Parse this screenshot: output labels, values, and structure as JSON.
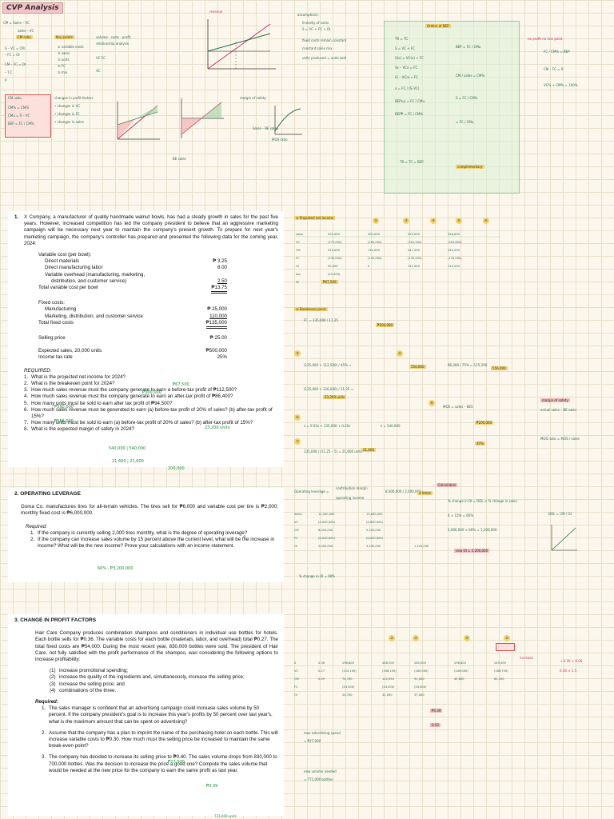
{
  "title": "CVP Analysis",
  "problem1": {
    "heading": "1.",
    "intro": "X Company, a manufacturer of quality handmade walnut bowls, has had a steady growth in sales for the past five years. However, increased competition has led the company president to believe that an aggressive marketing campaign will be necessary next year to maintain the company's present growth. To prepare for next year's marketing campaign, the company's controller has prepared and presented the following data for the coming year, 2024:",
    "var_cost_label": "Variable cost (per bowl):",
    "items": [
      {
        "label": "Direct materials",
        "value": "₱ 3.25"
      },
      {
        "label": "Direct manufacturing labor",
        "value": "8.00"
      },
      {
        "label": "Variable overhead (manufacturing, marketing,",
        "value": ""
      },
      {
        "label": "distribution, and customer service)",
        "value": "2.50"
      },
      {
        "label": "Total variable cost per bowl",
        "value": "₱13.75"
      }
    ],
    "fixed_label": "Fixed costs:",
    "fixed_items": [
      {
        "label": "Manufacturing",
        "value": "₱ 25,000"
      },
      {
        "label": "Marketing, distribution, and customer service",
        "value": "110,000"
      },
      {
        "label": "Total fixed costs",
        "value": "₱135,000"
      }
    ],
    "selling_label": "Selling price",
    "selling_value": "₱ 25.00",
    "expected_label": "Expected sales, 20,000 units",
    "expected_value": "₱500,000",
    "tax_label": "Income tax rate",
    "tax_value": "25%",
    "required_label": "REQUIRED:",
    "questions": [
      {
        "n": "1.",
        "text": "What is the projected net income for 2024?"
      },
      {
        "n": "2.",
        "text": "What is the breakeven point for 2024?"
      },
      {
        "n": "3.",
        "text": "How much sales revenue must the company generate to earn a before-tax profit of ₱112,500?"
      },
      {
        "n": "4.",
        "text": "How much sales revenue must the company generate to earn an after-tax profit of ₱86,400?"
      },
      {
        "n": "5.",
        "text": "How many units must be sold to earn after tax profit of ₱94,500?"
      },
      {
        "n": "6.",
        "text": "How much sales revenue must be generated to earn (a) before-tax profit of 20% of sales? (b) after-tax profit of 15%?"
      },
      {
        "n": "7.",
        "text": "How many units must be sold to earn (a) before-tax profit of 20% of sales? (b) after-tax profit of 15%?"
      },
      {
        "n": "8.",
        "text": "What is the expected margin of safety in 2024?"
      }
    ]
  },
  "problem2": {
    "heading": "2.    OPERATING LEVERAGE",
    "intro": "Goma Co. manufactures tires for all-terrain vehicles. The tires sell for ₱6,000 and variable cost per tire is ₱2,000; monthly fixed cost is ₱6,000,000.",
    "required_label": "Required:",
    "questions": [
      {
        "n": "1.",
        "text": "If the company is currently selling 2,000 tires monthly, what is the degree of operating leverage?"
      },
      {
        "n": "2.",
        "text": "If the company can increase sales volume by 15 percent above the current level, what will be the increase in income? What will be the new income? Prove your calculations with an income statement."
      }
    ]
  },
  "problem3": {
    "heading": "3.    CHANGE IN PROFIT FACTORS",
    "intro": "Hair Care Company produces combination shampoos and conditioners in individual use bottles for hotels. Each bottle sells for ₱0.36. The variable costs for each bottle (materials, labor, and overhead) total ₱0.27. The total fixed costs are ₱54,000. During the most recent year, 830,000 bottles were sold. The president of Hair Care, not fully satisfied with the profit performance of the shampoo, was considering the following options to increase profitability:",
    "options": [
      {
        "n": "(1)",
        "text": "increase promotional spending;"
      },
      {
        "n": "(2)",
        "text": "increase the quality of the ingredients and, simultaneously, increase the selling price;"
      },
      {
        "n": "(3)",
        "text": "increase the selling price; and"
      },
      {
        "n": "(4)",
        "text": "combinations of the three."
      }
    ],
    "required_label": "Required:",
    "questions": [
      {
        "n": "1.",
        "text": "The sales manager is confident that an advertising campaign could increase sales volume by 50 percent. If the company president's goal is to increase this year's profits by 50 percent over last year's, what is the maximum amount that can be spent on advertising?"
      },
      {
        "n": "2.",
        "text": "Assume that the company has a plan to imprint the name of the purchasing hotel on each bottle. This will increase variable costs to ₱0.30. How much must the selling price be increased to maintain the same break-even point?"
      },
      {
        "n": "3.",
        "text": "The company has decided to increase its selling price to ₱0.40. The sales volume drops from 830,000 to 700,000 bottles. Was the decision to increase the price a good one? Compute the sales volume that would be needed at the new price for the company to earn the same profit as last year."
      }
    ]
  }
}
